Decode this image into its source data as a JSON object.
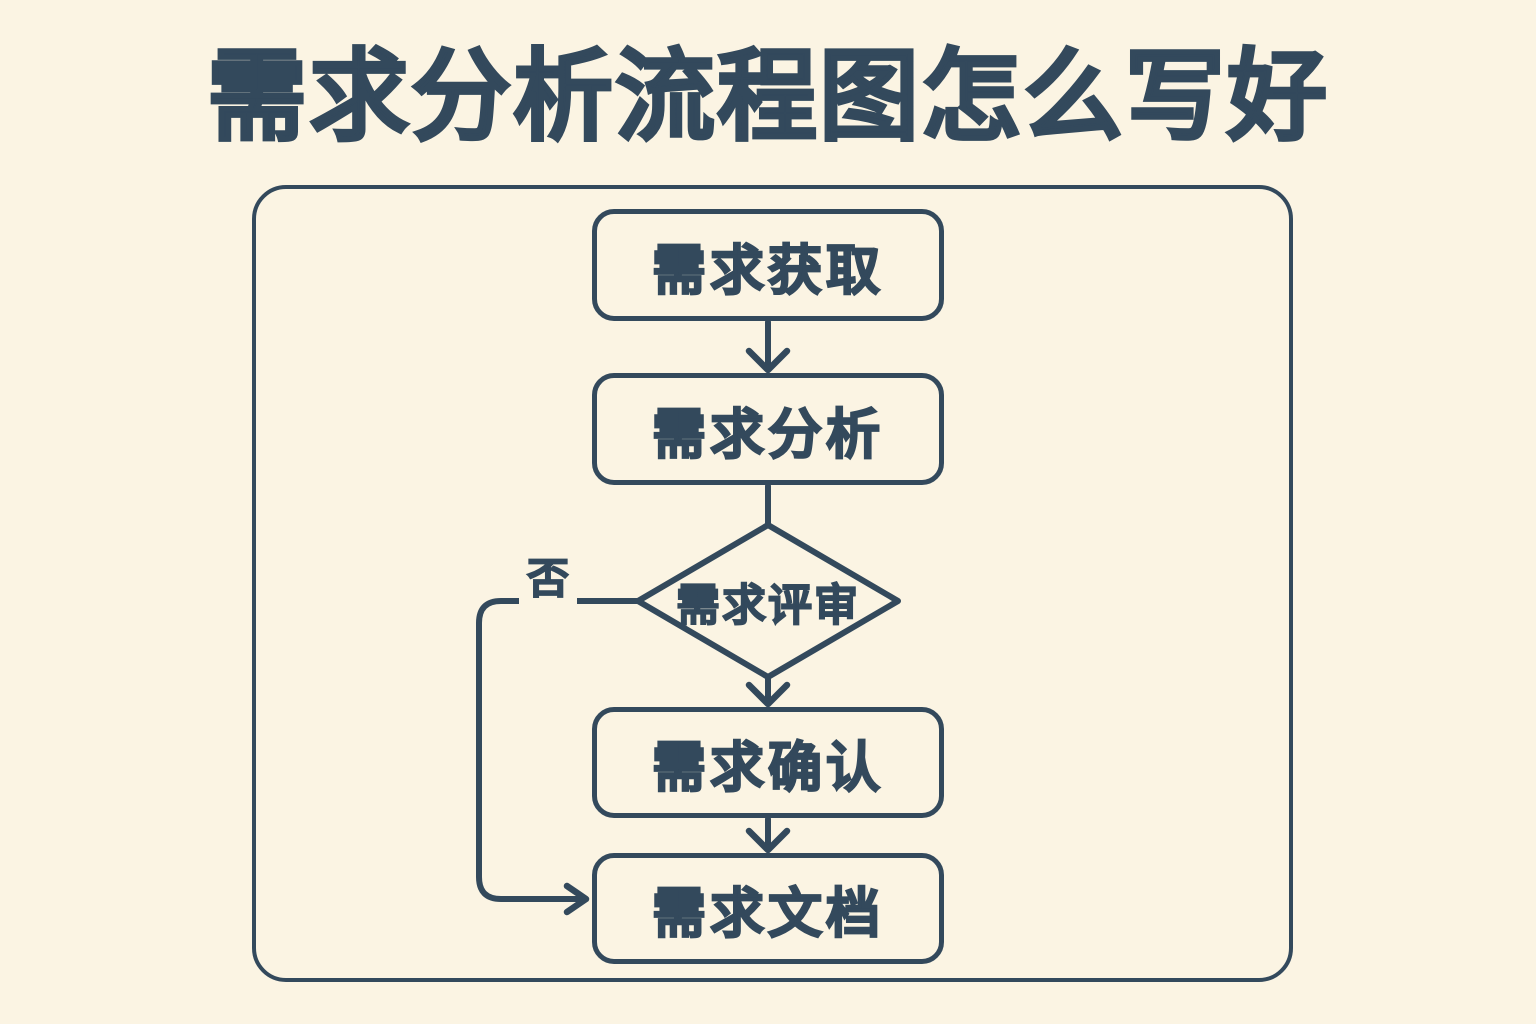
{
  "colors": {
    "background": "#FBF4E3",
    "ink": "#33495C"
  },
  "title": "需求分析流程图怎么写好",
  "flowchart": {
    "nodes": [
      {
        "id": "requirements-acquisition",
        "label": "需求获取",
        "shape": "rounded-rect"
      },
      {
        "id": "requirements-analysis",
        "label": "需求分析",
        "shape": "rounded-rect"
      },
      {
        "id": "requirements-review",
        "label": "需求评审",
        "shape": "diamond"
      },
      {
        "id": "requirements-confirmation",
        "label": "需求确认",
        "shape": "rounded-rect"
      },
      {
        "id": "requirements-document",
        "label": "需求文档",
        "shape": "rounded-rect"
      }
    ],
    "edges": [
      {
        "from": "需求获取",
        "to": "需求分析",
        "label": ""
      },
      {
        "from": "需求分析",
        "to": "需求评审",
        "label": ""
      },
      {
        "from": "需求评审",
        "to": "需求确认",
        "label": ""
      },
      {
        "from": "需求确认",
        "to": "需求文档",
        "label": ""
      },
      {
        "from": "需求评审",
        "to": "需求文档",
        "label": "否"
      }
    ]
  }
}
